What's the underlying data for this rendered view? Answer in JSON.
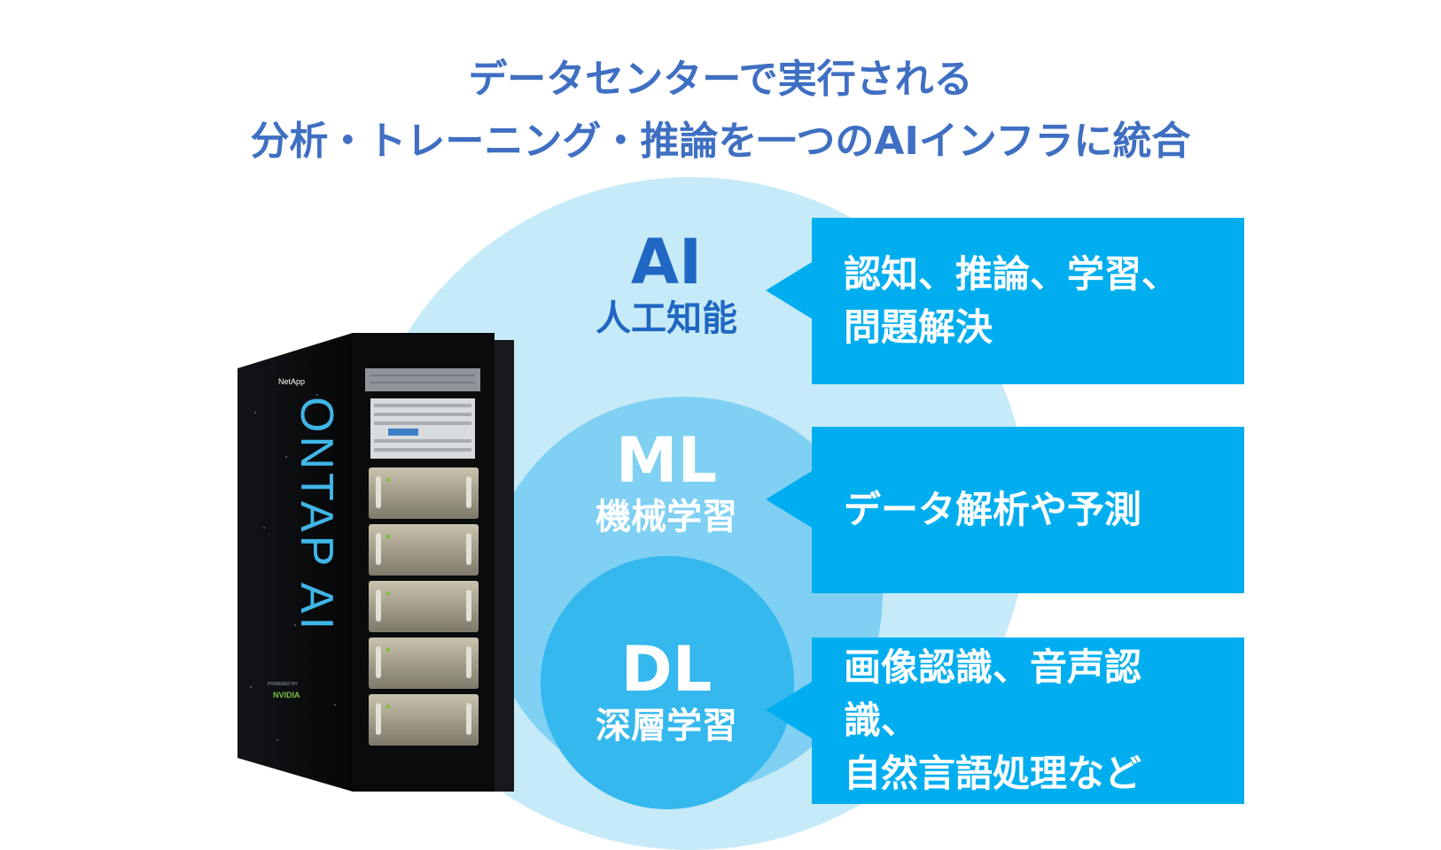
{
  "title": {
    "line1": "データセンターで実行される",
    "line2": "分析・トレーニング・推論を一つのAIインフラに統合"
  },
  "rack": {
    "brand_label": "NetApp",
    "product_label": "ONTAP AI",
    "powered_label": "POWERED BY",
    "partner_label": "NVIDIA"
  },
  "tiers": [
    {
      "abbr": "AI",
      "name": "人工知能",
      "description": "認知、推論、学習、\n問題解決"
    },
    {
      "abbr": "ML",
      "name": "機械学習",
      "description": "データ解析や予測"
    },
    {
      "abbr": "DL",
      "name": "深層学習",
      "description": "画像認識、音声認識、\n自然言語処理など"
    }
  ],
  "colors": {
    "title": "#3f6fc2",
    "circle_ai": "#c6eaf8",
    "circle_ml": "#7fd0f2",
    "circle_dl": "#34b8ee",
    "callout": "#00aeef",
    "term_text": "#1f67c2"
  }
}
